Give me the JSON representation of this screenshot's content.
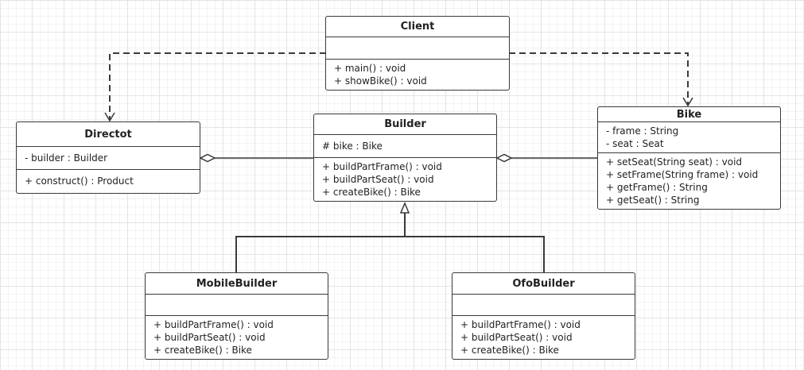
{
  "classes": {
    "client": {
      "name": "Client",
      "attributes": [],
      "operations": [
        "+ main() : void",
        "+ showBike() : void"
      ]
    },
    "directot": {
      "name": "Directot",
      "attributes": [
        "- builder : Builder"
      ],
      "operations": [
        "+ construct() : Product"
      ]
    },
    "builder": {
      "name": "Builder",
      "attributes": [
        "# bike : Bike"
      ],
      "operations": [
        "+ buildPartFrame() : void",
        "+ buildPartSeat() : void",
        "+ createBike() : Bike"
      ]
    },
    "bike": {
      "name": "Bike",
      "attributes": [
        "- frame : String",
        "- seat : Seat"
      ],
      "operations": [
        "+ setSeat(String seat) : void",
        "+ setFrame(String frame) : void",
        "+ getFrame() : String",
        "+ getSeat() : String"
      ]
    },
    "mobile_builder": {
      "name": "MobileBuilder",
      "attributes": [],
      "operations": [
        "+ buildPartFrame() : void",
        "+ buildPartSeat() : void",
        "+ createBike() : Bike"
      ]
    },
    "ofo_builder": {
      "name": "OfoBuilder",
      "attributes": [],
      "operations": [
        "+ buildPartFrame() : void",
        "+ buildPartSeat() : void",
        "+ createBike() : Bike"
      ]
    }
  },
  "relationships": [
    {
      "type": "dependency",
      "from": "Client",
      "to": "Directot"
    },
    {
      "type": "dependency",
      "from": "Client",
      "to": "Bike"
    },
    {
      "type": "aggregation",
      "whole": "Directot",
      "part": "Builder"
    },
    {
      "type": "aggregation",
      "whole": "Builder",
      "part": "Bike"
    },
    {
      "type": "generalization",
      "child": "MobileBuilder",
      "parent": "Builder"
    },
    {
      "type": "generalization",
      "child": "OfoBuilder",
      "parent": "Builder"
    }
  ],
  "colors": {
    "line": "#3a3a3a",
    "box": "#ffffff",
    "grid": "#e4e4e4"
  }
}
